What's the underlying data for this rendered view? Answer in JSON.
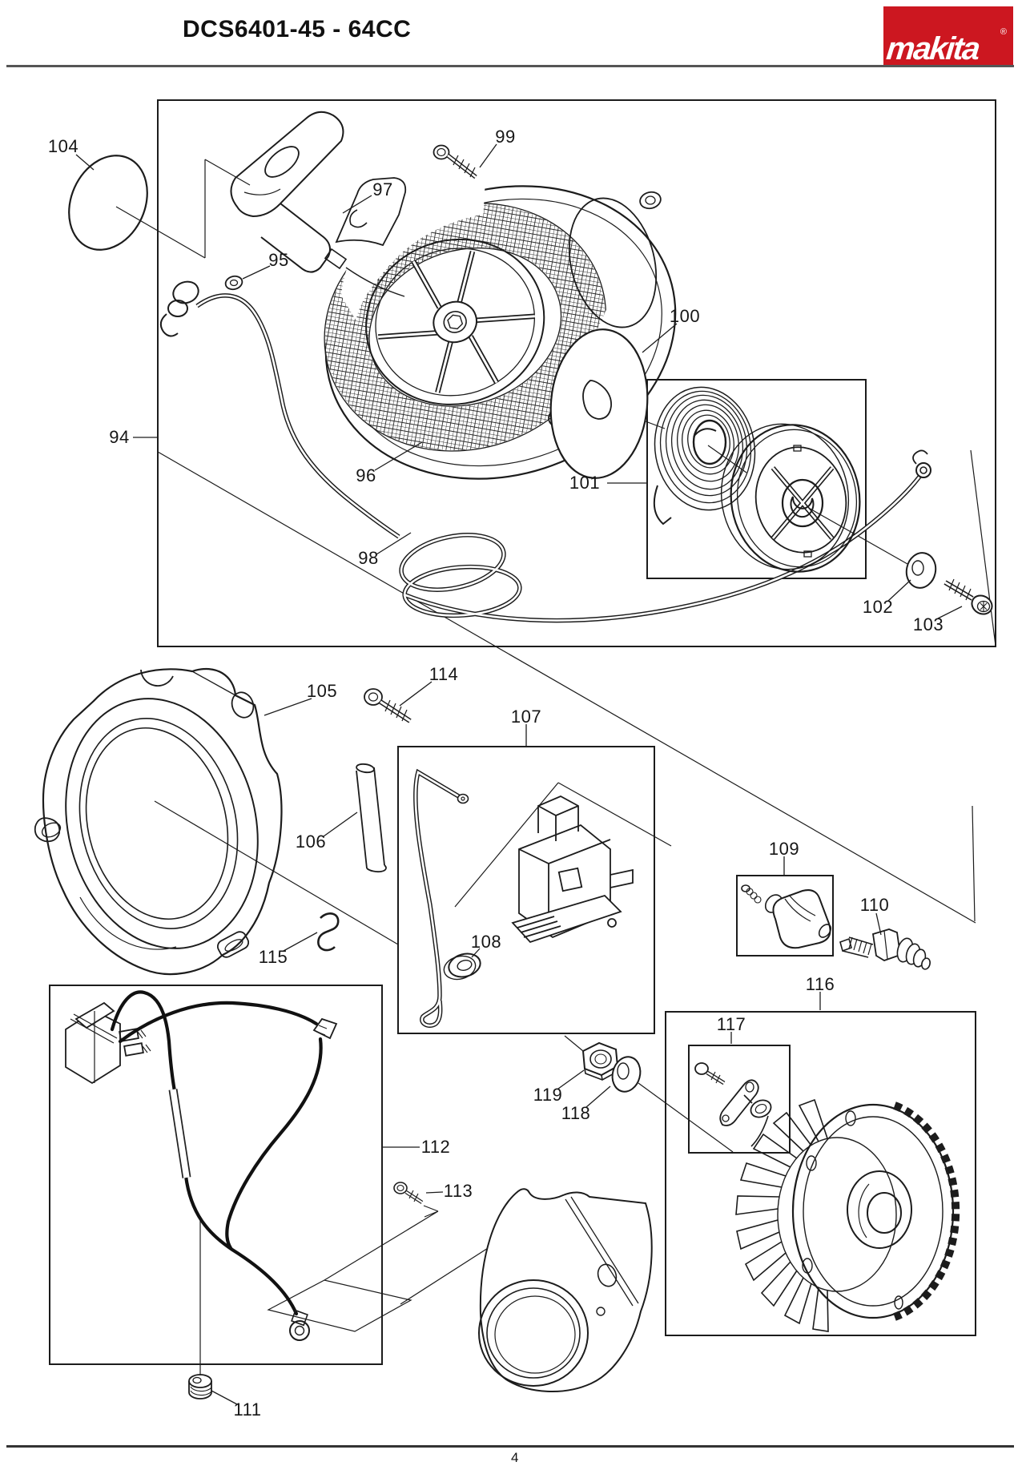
{
  "header": {
    "title": "DCS6401-45 - 64CC",
    "logo": {
      "text": "makita",
      "registered": "®"
    }
  },
  "footer": {
    "page_number": "4"
  },
  "colors": {
    "line": "#1c1c1c",
    "logo_red": "#cc1720",
    "header_rule": "#555555",
    "footer_rule": "#333333",
    "paper": "#ffffff"
  },
  "diagram": {
    "type": "exploded-parts-diagram",
    "callouts": [
      {
        "label": "94"
      },
      {
        "label": "95"
      },
      {
        "label": "96"
      },
      {
        "label": "97"
      },
      {
        "label": "98"
      },
      {
        "label": "99"
      },
      {
        "label": "100"
      },
      {
        "label": "101"
      },
      {
        "label": "102"
      },
      {
        "label": "103"
      },
      {
        "label": "104"
      },
      {
        "label": "105"
      },
      {
        "label": "106"
      },
      {
        "label": "107"
      },
      {
        "label": "108"
      },
      {
        "label": "109"
      },
      {
        "label": "110"
      },
      {
        "label": "111"
      },
      {
        "label": "112"
      },
      {
        "label": "113"
      },
      {
        "label": "114"
      },
      {
        "label": "115"
      },
      {
        "label": "116"
      },
      {
        "label": "117"
      },
      {
        "label": "118"
      },
      {
        "label": "119"
      }
    ]
  }
}
